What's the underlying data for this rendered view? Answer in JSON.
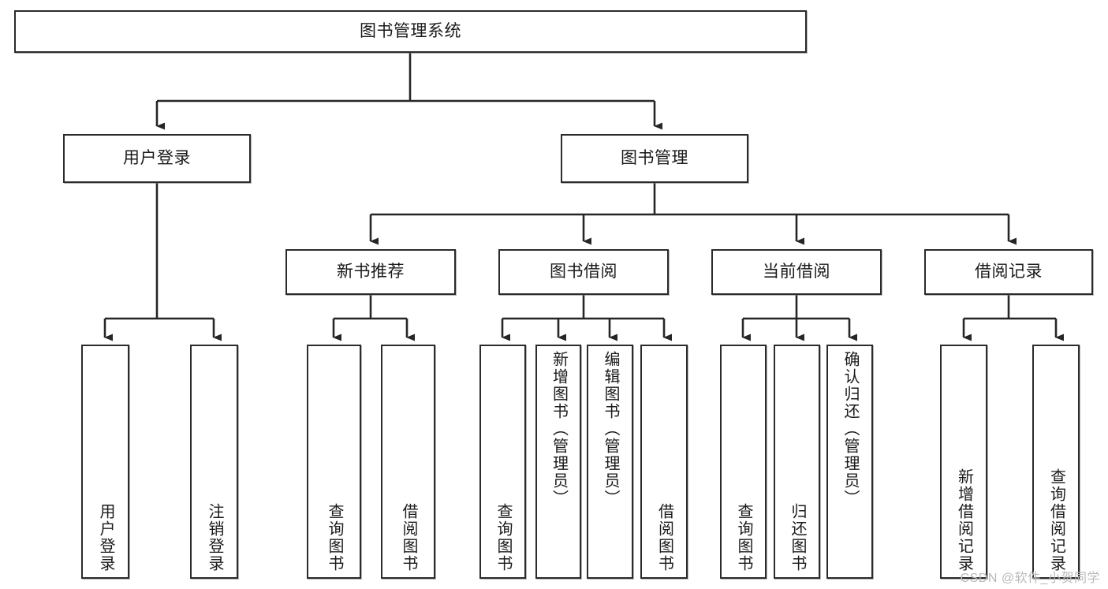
{
  "diagram": {
    "title": "图书管理系统",
    "type": "tree-hierarchy",
    "watermark": "CSDN @软件_小贺同学",
    "colors": {
      "box_border": "#2b2b2b",
      "box_fill": "#ffffff",
      "connector": "#262626",
      "text": "#1b1b1b",
      "watermark": "#b9b9b9",
      "background": "#ffffff"
    },
    "levels": [
      {
        "level": 0,
        "nodes": [
          {
            "id": "root",
            "label": "图书管理系统",
            "orientation": "horizontal"
          }
        ]
      },
      {
        "level": 1,
        "nodes": [
          {
            "id": "user-login",
            "label": "用户登录",
            "orientation": "horizontal",
            "parent": "root"
          },
          {
            "id": "book-manage",
            "label": "图书管理",
            "orientation": "horizontal",
            "parent": "root"
          }
        ]
      },
      {
        "level": 2,
        "nodes": [
          {
            "id": "new-book-rec",
            "label": "新书推荐",
            "orientation": "horizontal",
            "parent": "book-manage"
          },
          {
            "id": "book-borrow",
            "label": "图书借阅",
            "orientation": "horizontal",
            "parent": "book-manage"
          },
          {
            "id": "current-borrow",
            "label": "当前借阅",
            "orientation": "horizontal",
            "parent": "book-manage"
          },
          {
            "id": "borrow-record",
            "label": "借阅记录",
            "orientation": "horizontal",
            "parent": "book-manage"
          }
        ]
      },
      {
        "level": 3,
        "nodes": [
          {
            "id": "leaf-user-login",
            "label": "用户登录",
            "orientation": "vertical",
            "parent": "user-login"
          },
          {
            "id": "leaf-user-logout",
            "label": "注销登录",
            "orientation": "vertical",
            "parent": "user-login"
          },
          {
            "id": "leaf-query-book-1",
            "label": "查询图书",
            "orientation": "vertical",
            "parent": "new-book-rec"
          },
          {
            "id": "leaf-borrow-book-1",
            "label": "借阅图书",
            "orientation": "vertical",
            "parent": "new-book-rec"
          },
          {
            "id": "leaf-query-book-2",
            "label": "查询图书",
            "orientation": "vertical",
            "parent": "book-borrow"
          },
          {
            "id": "leaf-add-book",
            "label": "新增图书（管理员）",
            "orientation": "vertical",
            "parent": "book-borrow"
          },
          {
            "id": "leaf-edit-book",
            "label": "编辑图书（管理员）",
            "orientation": "vertical",
            "parent": "book-borrow"
          },
          {
            "id": "leaf-borrow-book-2",
            "label": "借阅图书",
            "orientation": "vertical",
            "parent": "book-borrow"
          },
          {
            "id": "leaf-query-book-3",
            "label": "查询图书",
            "orientation": "vertical",
            "parent": "current-borrow"
          },
          {
            "id": "leaf-return-book",
            "label": "归还图书",
            "orientation": "vertical",
            "parent": "current-borrow"
          },
          {
            "id": "leaf-confirm-return",
            "label": "确认归还（管理员）",
            "orientation": "vertical",
            "parent": "current-borrow"
          },
          {
            "id": "leaf-add-record",
            "label": "新增借阅记录",
            "orientation": "vertical",
            "parent": "borrow-record"
          },
          {
            "id": "leaf-query-record",
            "label": "查询借阅记录",
            "orientation": "vertical",
            "parent": "borrow-record"
          }
        ]
      }
    ],
    "node_labels": {
      "root": "图书管理系统",
      "user_login": "用户登录",
      "book_manage": "图书管理",
      "new_book_rec": "新书推荐",
      "book_borrow": "图书借阅",
      "current_borrow": "当前借阅",
      "borrow_record": "借阅记录",
      "leaf_user_login": "用户登录",
      "leaf_user_logout": "注销登录",
      "leaf_query_book_1": "查询图书",
      "leaf_borrow_book_1": "借阅图书",
      "leaf_query_book_2": "查询图书",
      "leaf_add_book": "新增图书（管理员）",
      "leaf_edit_book": "编辑图书（管理员）",
      "leaf_borrow_book_2": "借阅图书",
      "leaf_query_book_3": "查询图书",
      "leaf_return_book": "归还图书",
      "leaf_confirm_return": "确认归还（管理员）",
      "leaf_add_record": "新增借阅记录",
      "leaf_query_record": "查询借阅记录"
    }
  }
}
